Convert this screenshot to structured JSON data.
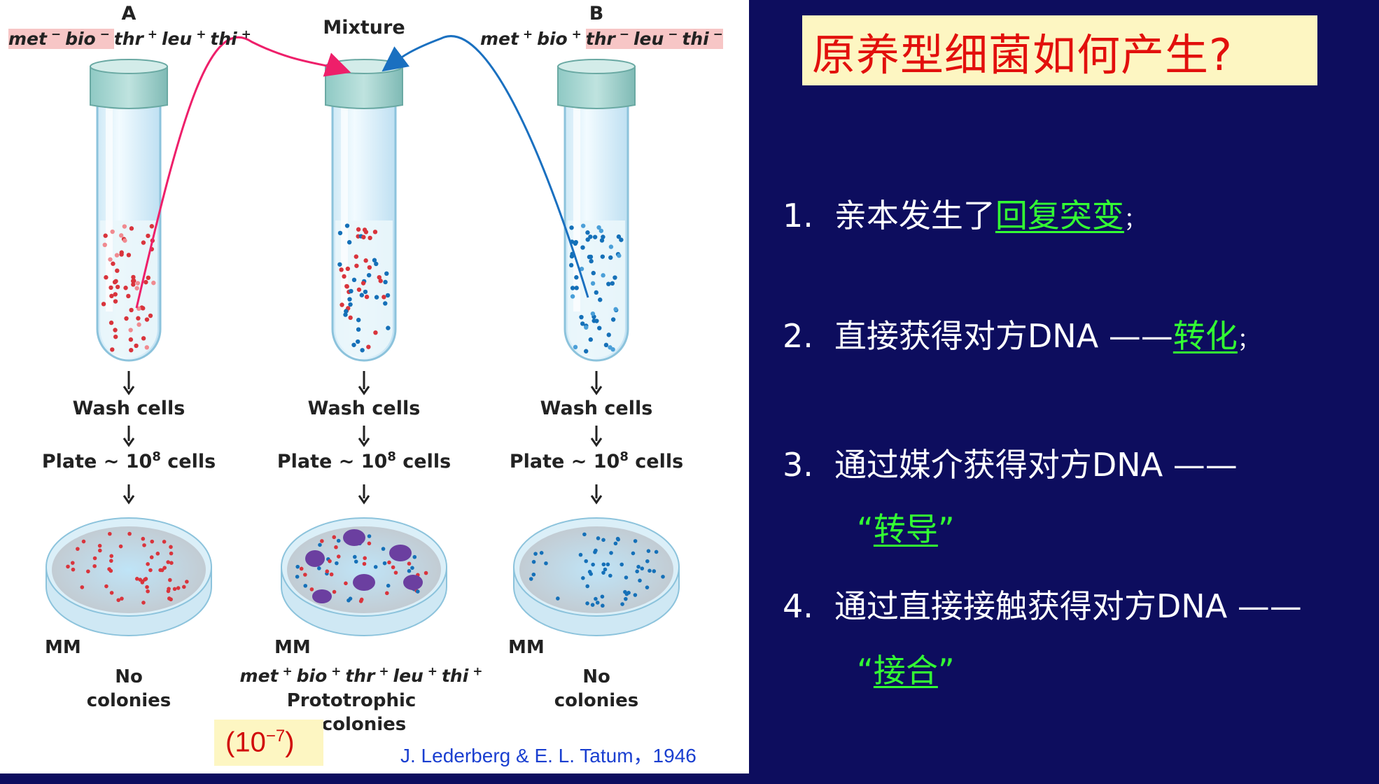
{
  "figure": {
    "label_a": "A",
    "label_b": "B",
    "mixture_label": "Mixture",
    "genotype_a": [
      {
        "gene": "met",
        "sign": "−",
        "highlight": true
      },
      {
        "gene": "bio",
        "sign": "−",
        "highlight": true
      },
      {
        "gene": "thr",
        "sign": "+",
        "highlight": false
      },
      {
        "gene": "leu",
        "sign": "+",
        "highlight": false
      },
      {
        "gene": "thi",
        "sign": "+",
        "highlight": false
      }
    ],
    "genotype_b": [
      {
        "gene": "met",
        "sign": "+",
        "highlight": false
      },
      {
        "gene": "bio",
        "sign": "+",
        "highlight": false
      },
      {
        "gene": "thr",
        "sign": "−",
        "highlight": true
      },
      {
        "gene": "leu",
        "sign": "−",
        "highlight": true
      },
      {
        "gene": "thi",
        "sign": "−",
        "highlight": true
      }
    ],
    "wash_label": "Wash cells",
    "plate_label_prefix": "Plate ~ 10",
    "plate_label_exp": "8",
    "plate_label_suffix": " cells",
    "mm_label": "MM",
    "no_colonies_line1": "No",
    "no_colonies_line2": "colonies",
    "mixture_genotype": [
      {
        "gene": "met",
        "sign": "+"
      },
      {
        "gene": "bio",
        "sign": "+"
      },
      {
        "gene": "thr",
        "sign": "+"
      },
      {
        "gene": "leu",
        "sign": "+"
      },
      {
        "gene": "thi",
        "sign": "+"
      }
    ],
    "proto_line1": "Prototrophic",
    "proto_line2": "colonies",
    "rate_open": "(10",
    "rate_exp": "−7",
    "rate_close": ")",
    "citation": "J. Lederberg & E. L. Tatum，1946",
    "colors": {
      "strain_a": "#d9343c",
      "strain_b": "#1570b8",
      "arrow_a": "#ee1f6a",
      "arrow_b": "#1a70c0",
      "colony": "#6b3fa0"
    }
  },
  "slide": {
    "title": "原养型细菌如何产生?",
    "items": [
      {
        "num": "1.",
        "text": "亲本发生了",
        "term": "回复突变",
        "end": "；"
      },
      {
        "num": "2.",
        "text": "直接获得对方DNA ——",
        "term": "转化",
        "end": "；"
      },
      {
        "num": "3.",
        "text": "通过媒介获得对方DNA ——",
        "quote_open": "“",
        "term": "转导",
        "quote_close": "”"
      },
      {
        "num": "4.",
        "text": "通过直接接触获得对方DNA ——",
        "quote_open": "“",
        "term": "接合",
        "quote_close": "”"
      }
    ]
  }
}
